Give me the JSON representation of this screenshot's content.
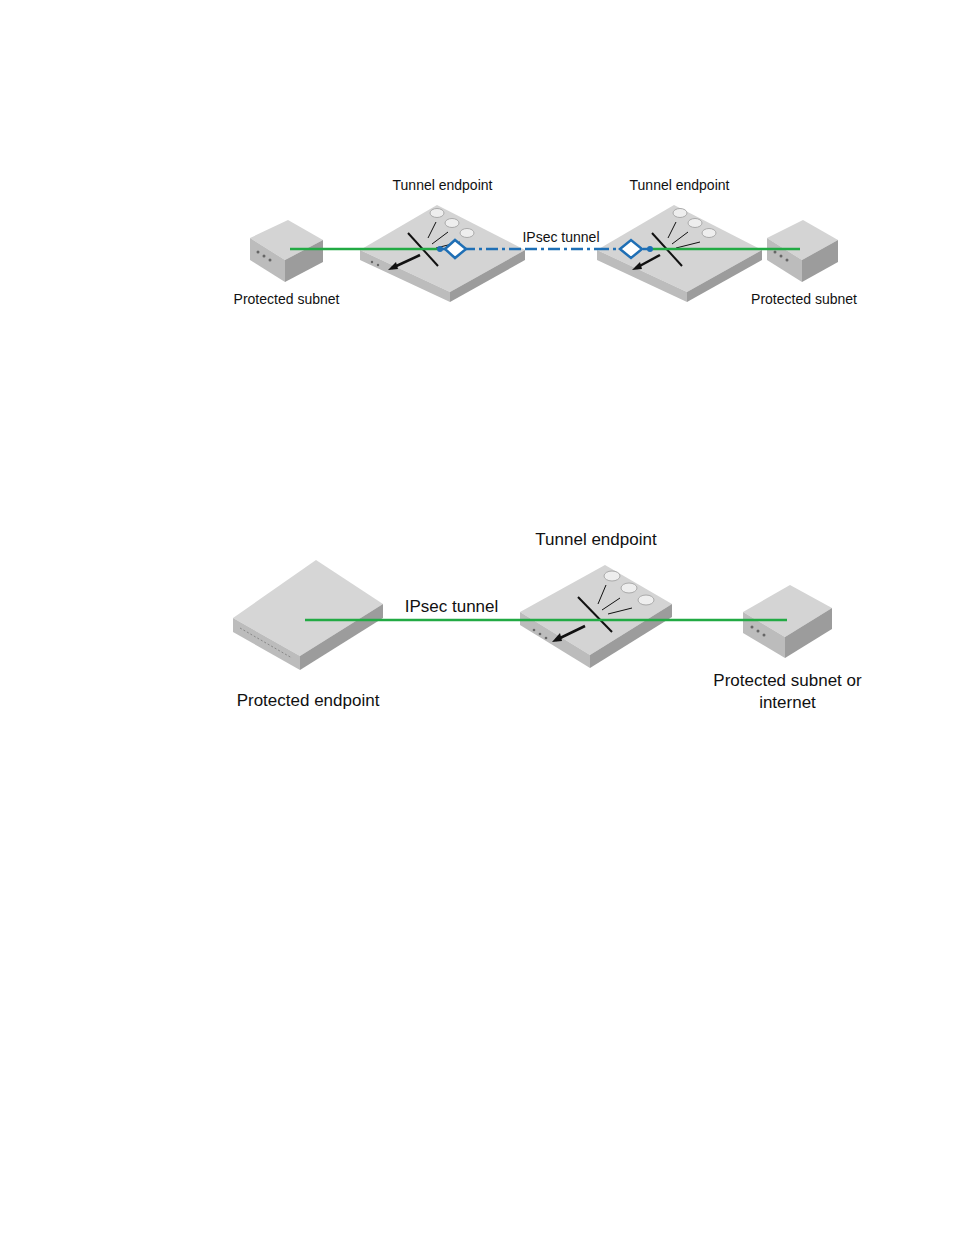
{
  "diagram": {
    "nodes": [
      {
        "text": [
          "Protected subnet"
        ]
      },
      {
        "text": [
          "Tunnel endpoint"
        ]
      },
      {
        "text": [
          "Tunnel endpoint"
        ]
      },
      {
        "text": [
          "Protected subnet"
        ]
      },
      {
        "text": [
          "Protected endpoint"
        ]
      },
      {
        "text": [
          "Tunnel endpoint"
        ]
      },
      {
        "text": [
          "Protected subnet or internet"
        ]
      }
    ],
    "edges": [
      {
        "from": 0,
        "to": 1,
        "arrow": "none"
      },
      {
        "from": 1,
        "to": 2,
        "label": "IPsec tunnel",
        "arrow": "none"
      },
      {
        "from": 2,
        "to": 3,
        "arrow": "none"
      },
      {
        "from": 4,
        "to": 5,
        "label": "IPsec tunnel",
        "arrow": "none"
      },
      {
        "from": 5,
        "to": 6,
        "arrow": "none"
      }
    ]
  }
}
